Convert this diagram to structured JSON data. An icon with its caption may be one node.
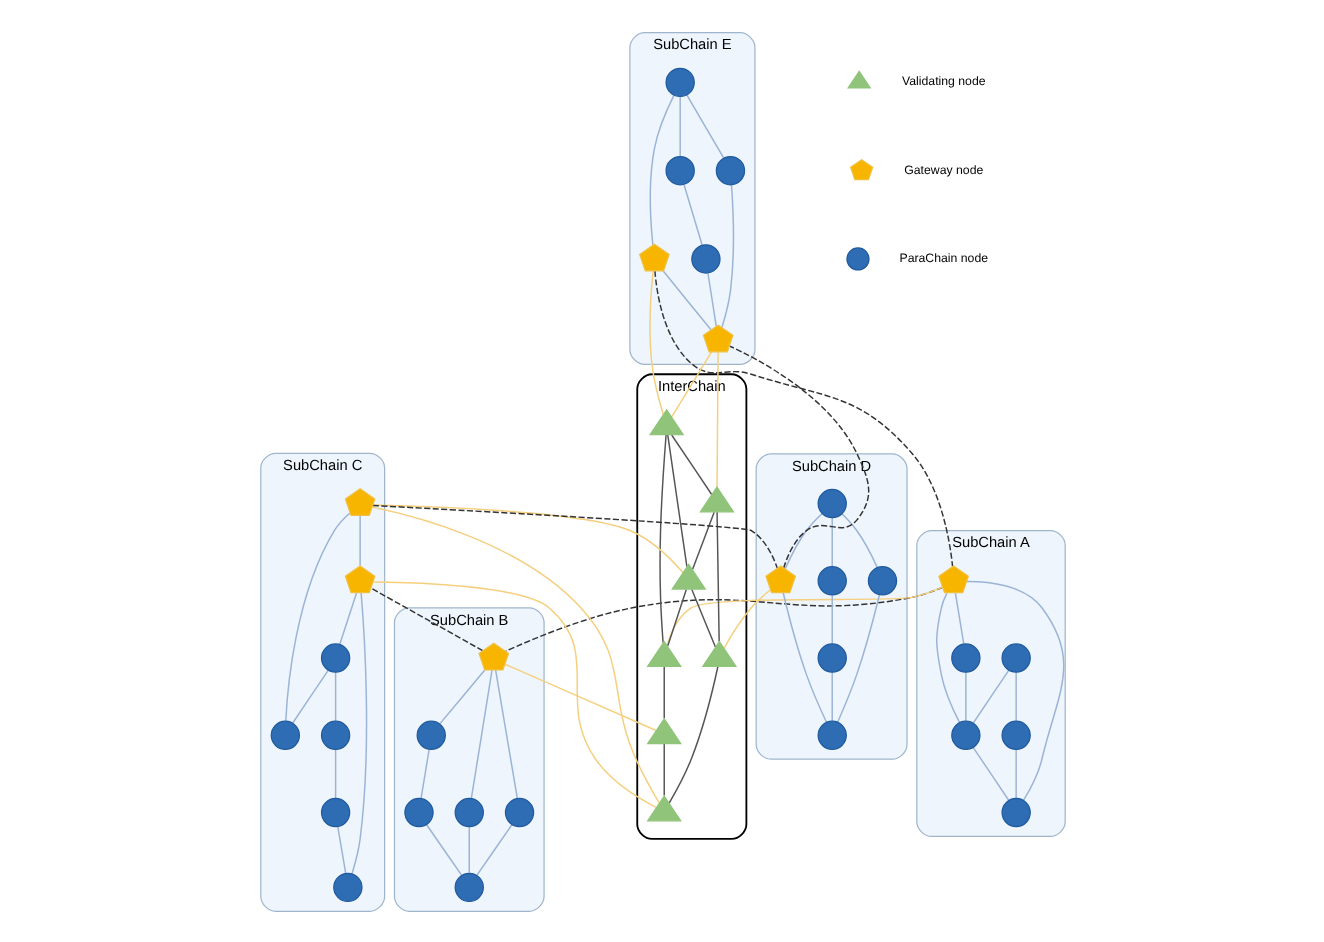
{
  "diagram": {
    "nodes": [
      {
        "text": [
          "SubChain A"
        ]
      },
      {
        "text": [],
        "shape": "circle",
        "in": 0
      },
      {
        "text": [],
        "shape": "circle",
        "in": 0
      },
      {
        "text": [],
        "shape": "circle",
        "in": 0
      },
      {
        "text": [],
        "shape": "circle",
        "in": 0
      },
      {
        "text": [],
        "shape": "circle",
        "in": 0
      },
      {
        "text": [],
        "shape": "pentagon",
        "in": 0
      },
      {
        "text": [
          "SubChain E"
        ]
      },
      {
        "text": [],
        "shape": "circle",
        "in": 7
      },
      {
        "text": [],
        "shape": "pentagon",
        "in": 7
      },
      {
        "text": [],
        "shape": "circle",
        "in": 7
      },
      {
        "text": [],
        "shape": "circle",
        "in": 7
      },
      {
        "text": [],
        "shape": "circle",
        "in": 7
      },
      {
        "text": [],
        "shape": "pentagon",
        "in": 7
      },
      {
        "text": [
          "SubChain B"
        ]
      },
      {
        "text": [],
        "shape": "circle",
        "in": 14
      },
      {
        "text": [],
        "shape": "circle",
        "in": 14
      },
      {
        "text": [],
        "shape": "pentagon",
        "in": 14
      },
      {
        "text": [],
        "shape": "circle",
        "in": 14
      },
      {
        "text": [],
        "shape": "circle",
        "in": 14
      },
      {
        "text": [],
        "shape": "circle",
        "in": 14
      },
      {
        "text": [
          "InterChain"
        ]
      },
      {
        "text": [],
        "shape": "triangle",
        "in": 21
      },
      {
        "text": [],
        "shape": "triangle",
        "in": 21
      },
      {
        "text": [],
        "shape": "triangle",
        "in": 21
      },
      {
        "text": [],
        "shape": "triangle",
        "in": 21
      },
      {
        "text": [],
        "shape": "triangle",
        "in": 21
      },
      {
        "text": [],
        "shape": "triangle",
        "in": 21
      },
      {
        "text": [],
        "shape": "triangle",
        "in": 21
      },
      {
        "text": [
          "SubChain D"
        ]
      },
      {
        "text": [],
        "shape": "circle",
        "in": 29
      },
      {
        "text": [],
        "shape": "pentagon",
        "in": 29
      },
      {
        "text": [],
        "shape": "circle",
        "in": 29
      },
      {
        "text": [],
        "shape": "circle",
        "in": 29
      },
      {
        "text": [],
        "shape": "circle",
        "in": 29
      },
      {
        "text": [],
        "shape": "circle",
        "in": 29
      },
      {
        "text": [
          "SubChain C"
        ]
      },
      {
        "text": [],
        "shape": "pentagon",
        "in": 36
      },
      {
        "text": [],
        "shape": "pentagon",
        "in": 36
      },
      {
        "text": [],
        "shape": "circle",
        "in": 36
      },
      {
        "text": [],
        "shape": "circle",
        "in": 36
      },
      {
        "text": [],
        "shape": "circle",
        "in": 36
      },
      {
        "text": [],
        "shape": "circle",
        "in": 36
      },
      {
        "text": [],
        "shape": "circle",
        "in": 36
      }
    ],
    "edges": [
      {
        "from": 1,
        "to": 2,
        "arrow": "none"
      },
      {
        "from": 3,
        "to": 4,
        "arrow": "none"
      },
      {
        "from": 4,
        "to": 5,
        "arrow": "none"
      },
      {
        "from": 1,
        "to": 4,
        "arrow": "none"
      },
      {
        "from": 2,
        "to": 5,
        "arrow": "none"
      },
      {
        "from": 6,
        "to": 3,
        "arrow": "none"
      },
      {
        "from": 6,
        "to": 4,
        "arrow": "none"
      },
      {
        "from": 6,
        "to": 5,
        "arrow": "none"
      },
      {
        "from": 8,
        "to": 9,
        "arrow": "none"
      },
      {
        "from": 8,
        "to": 10,
        "arrow": "none"
      },
      {
        "from": 8,
        "to": 11,
        "arrow": "none"
      },
      {
        "from": 10,
        "to": 12,
        "arrow": "none"
      },
      {
        "from": 12,
        "to": 13,
        "arrow": "none"
      },
      {
        "from": 11,
        "to": 13,
        "arrow": "none"
      },
      {
        "from": 9,
        "to": 13,
        "arrow": "none"
      },
      {
        "from": 17,
        "to": 15,
        "arrow": "none"
      },
      {
        "from": 17,
        "to": 18,
        "arrow": "none"
      },
      {
        "from": 17,
        "to": 20,
        "arrow": "none"
      },
      {
        "from": 15,
        "to": 16,
        "arrow": "none"
      },
      {
        "from": 18,
        "to": 19,
        "arrow": "none"
      },
      {
        "from": 16,
        "to": 19,
        "arrow": "none"
      },
      {
        "from": 20,
        "to": 19,
        "arrow": "none"
      },
      {
        "from": 22,
        "to": 24,
        "arrow": "none",
        "color": "#555555"
      },
      {
        "from": 22,
        "to": 26,
        "arrow": "none",
        "color": "#555555"
      },
      {
        "from": 22,
        "to": 25,
        "arrow": "none",
        "color": "#555555"
      },
      {
        "from": 26,
        "to": 25,
        "arrow": "none",
        "color": "#555555"
      },
      {
        "from": 25,
        "to": 24,
        "arrow": "none",
        "color": "#555555"
      },
      {
        "from": 24,
        "to": 23,
        "arrow": "none",
        "color": "#555555"
      },
      {
        "from": 23,
        "to": 27,
        "arrow": "none",
        "color": "#555555"
      },
      {
        "from": 25,
        "to": 28,
        "arrow": "none",
        "color": "#555555"
      },
      {
        "from": 26,
        "to": 28,
        "arrow": "none",
        "color": "#555555"
      },
      {
        "from": 28,
        "to": 27,
        "arrow": "none",
        "color": "#555555"
      },
      {
        "from": 30,
        "to": 31,
        "arrow": "none"
      },
      {
        "from": 30,
        "to": 32,
        "arrow": "none"
      },
      {
        "from": 30,
        "to": 33,
        "arrow": "none"
      },
      {
        "from": 32,
        "to": 34,
        "arrow": "none"
      },
      {
        "from": 34,
        "to": 35,
        "arrow": "none"
      },
      {
        "from": 33,
        "to": 35,
        "arrow": "none"
      },
      {
        "from": 31,
        "to": 35,
        "arrow": "none"
      },
      {
        "from": 37,
        "to": 38,
        "arrow": "none"
      },
      {
        "from": 38,
        "to": 39,
        "arrow": "none"
      },
      {
        "from": 38,
        "to": 40,
        "arrow": "none"
      },
      {
        "from": 37,
        "to": 41,
        "arrow": "none"
      },
      {
        "from": 40,
        "to": 41,
        "arrow": "none"
      },
      {
        "from": 40,
        "to": 43,
        "arrow": "none"
      },
      {
        "from": 43,
        "to": 42,
        "arrow": "none"
      },
      {
        "from": 42,
        "to": 39,
        "arrow": "none"
      },
      {
        "from": 6,
        "to": 24,
        "arrow": "none",
        "color": "#f5cf7e"
      },
      {
        "from": 9,
        "to": 22,
        "arrow": "none",
        "color": "#f5cf7e"
      },
      {
        "from": 13,
        "to": 22,
        "arrow": "none",
        "color": "#f5cf7e"
      },
      {
        "from": 13,
        "to": 26,
        "arrow": "none",
        "color": "#f5cf7e"
      },
      {
        "from": 17,
        "to": 23,
        "arrow": "none",
        "color": "#f5cf7e"
      },
      {
        "from": 31,
        "to": 28,
        "arrow": "none",
        "color": "#f5cf7e"
      },
      {
        "from": 37,
        "to": 25,
        "arrow": "none",
        "color": "#f5cf7e"
      },
      {
        "from": 37,
        "to": 27,
        "arrow": "none",
        "color": "#f5cf7e"
      },
      {
        "from": 38,
        "to": 27,
        "arrow": "none",
        "color": "#f5cf7e"
      },
      {
        "from": 6,
        "to": 17,
        "arrow": "none",
        "style": "dashed",
        "color": "#333333"
      },
      {
        "from": 17,
        "to": 38,
        "arrow": "none",
        "style": "dashed",
        "color": "#333333"
      },
      {
        "from": 37,
        "to": 31,
        "arrow": "none",
        "style": "dashed",
        "color": "#333333"
      },
      {
        "from": 31,
        "to": 13,
        "arrow": "none",
        "style": "dashed",
        "color": "#333333"
      },
      {
        "from": 9,
        "to": 6,
        "arrow": "none",
        "style": "dashed",
        "color": "#333333"
      }
    ],
    "legend": [
      {
        "text": "Validating node"
      },
      {
        "text": "Gateway node"
      },
      {
        "text": "ParaChain node"
      }
    ]
  }
}
